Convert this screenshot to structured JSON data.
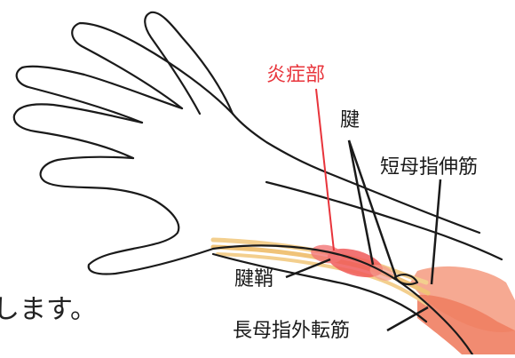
{
  "labels": {
    "inflammation": "炎症部",
    "tendon": "腱",
    "ebp_muscle": "短母指伸筋",
    "tendon_sheath": "腱鞘",
    "apl_muscle": "長母指外転筋"
  },
  "overlay_text": "します。",
  "colors": {
    "inflammation_label": "#e8343b",
    "outline": "#1a1a1a",
    "tendon": "#f3cf8e",
    "inflamed": "#f05a5a",
    "muscle": "#f28a6e"
  }
}
